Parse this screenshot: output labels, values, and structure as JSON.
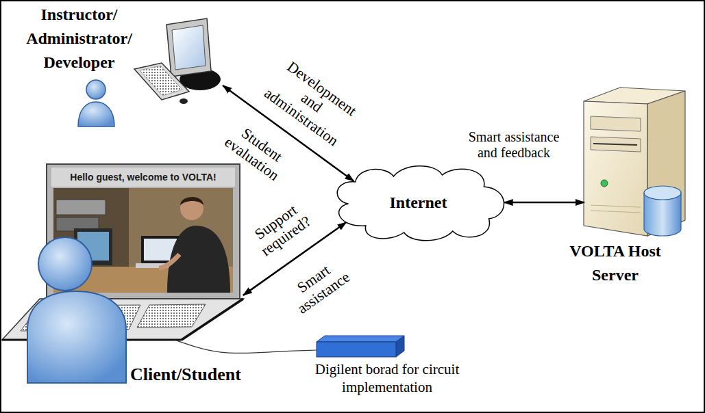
{
  "diagram": {
    "nodes": [
      {
        "text": [
          "Instructor/ Administrator/ Developer"
        ]
      },
      {
        "text": [
          "Internet"
        ]
      },
      {
        "text": [
          "VOLTA Host Server"
        ]
      },
      {
        "text": [
          "Client/Student"
        ]
      },
      {
        "text": [
          "Digilent borad for circuit implementation"
        ]
      }
    ],
    "edges": [
      {
        "from": 0,
        "to": 1,
        "arrow": "both",
        "label": "Development and administration"
      },
      {
        "from": 1,
        "to": 2,
        "arrow": "both",
        "label": "Smart assistance and feedback"
      },
      {
        "from": 3,
        "to": 1,
        "arrow": "both",
        "label": "Support required?"
      },
      {
        "from": 3,
        "to": 4,
        "arrow": "none"
      }
    ],
    "labels": [
      "Student evaluation",
      "Smart assistance",
      "Hello guest, welcome to VOLTA!"
    ]
  }
}
